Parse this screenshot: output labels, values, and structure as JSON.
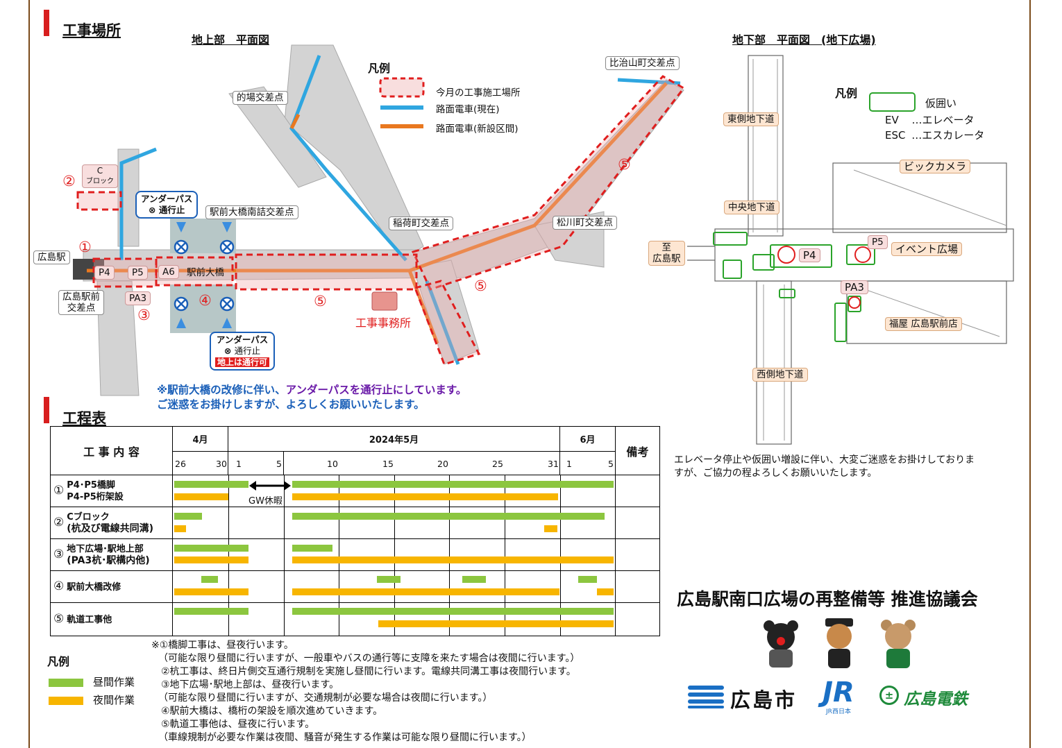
{
  "sections": {
    "construction_site": "工事場所",
    "schedule": "工程表"
  },
  "map_ground": {
    "title": "地上部　平面図",
    "legend_title": "凡例",
    "legend": [
      {
        "label": "今月の工事施工場所"
      },
      {
        "label": "路面電車(現在)"
      },
      {
        "label": "路面電車(新設区間)"
      }
    ],
    "labels": {
      "matoba": "的場交差点",
      "hijiyama": "比治山町交差点",
      "ekimae_minami": "駅前大橋南詰交差点",
      "inari": "稲荷町交差点",
      "matsukawa": "松川町交差点",
      "hiroshima_station": "広島駅",
      "ekimae_cross_1": "広島駅前",
      "ekimae_cross_2": "交差点",
      "c_block_1": "C",
      "c_block_2": "ブロック",
      "p4": "P4",
      "p5": "P5",
      "a6": "A6",
      "bridge": "駅前大橋",
      "pa3": "PA3",
      "office": "工事事務所"
    },
    "numbers": {
      "n1": "①",
      "n2": "②",
      "n3": "③",
      "n4": "④",
      "n5": "⑤"
    },
    "underpass_top": {
      "line1": "アンダーパス",
      "line2": "通行止"
    },
    "underpass_bottom": {
      "line1": "アンダーパス",
      "line2": "通行止",
      "line3": "地上は通行可"
    },
    "notice_line1a": "※駅前大橋の改修に伴い、",
    "notice_line1b": "アンダーパスを通行止にしています。",
    "notice_line2": "ご迷惑をお掛けしますが、よろしくお願いいたします。",
    "colors": {
      "work_area": "#e01e1e",
      "tram_current": "#2fa6e0",
      "tram_new": "#e9781f",
      "office": "#e7948e"
    }
  },
  "map_underground": {
    "title": "地下部　平面図　(地下広場)",
    "legend_title": "凡例",
    "legend_enclosure": "仮囲い",
    "legend_ev_key": "EV",
    "legend_ev": "…エレベータ",
    "legend_esc_key": "ESC",
    "legend_esc": "…エスカレータ",
    "labels": {
      "east_passage": "東側地下道",
      "bic_camera": "ビックカメラ",
      "central_passage": "中央地下道",
      "to_station_1": "至",
      "to_station_2": "広島駅",
      "p4": "P4",
      "p5": "P5",
      "event_plaza": "イベント広場",
      "pa3": "PA3",
      "fukuya": "福屋 広島駅前店",
      "west_passage": "西側地下道"
    },
    "apology_1": "エレベータ停止や仮囲い増設に伴い、大変ご迷惑をお掛けしておりま",
    "apology_2": "すが、ご協力の程よろしくお願いいたします。"
  },
  "schedule": {
    "header_content": "工 事 内 容",
    "header_remarks": "備考",
    "months": [
      "4月",
      "2024年5月",
      "6月"
    ],
    "days": [
      "26",
      "30",
      "1",
      "5",
      "10",
      "15",
      "20",
      "25",
      "31",
      "1",
      "5"
    ],
    "gw": "GW休暇",
    "rows": [
      {
        "num": "①",
        "line1": "P4･P5橋脚",
        "line2": "P4-P5桁架設"
      },
      {
        "num": "②",
        "line1": "Cブロック",
        "line2": "(杭及び電線共同溝)"
      },
      {
        "num": "③",
        "line1": "地下広場･駅地上部",
        "line2": "(PA3杭･駅構内他)"
      },
      {
        "num": "④",
        "line1": "駅前大橋改修",
        "line2": ""
      },
      {
        "num": "⑤",
        "line1": "軌道工事他",
        "line2": ""
      }
    ]
  },
  "schedule_legend": {
    "title": "凡例",
    "day": "昼間作業",
    "night": "夜間作業",
    "colors": {
      "day": "#8cc63f",
      "night": "#f7b500"
    }
  },
  "notes": [
    "※①橋脚工事は、昼夜行います。",
    "（可能な限り昼間に行いますが、一般車やバスの通行等に支障を来たす場合は夜間に行います。）",
    "②杭工事は、終日片側交互通行規制を実施し昼間に行います。電線共同溝工事は夜間行います。",
    "③地下広場･駅地上部は、昼夜行います。",
    "（可能な限り昼間に行いますが、交通規制が必要な場合は夜間に行います。）",
    "④駅前大橋は、橋桁の架設を順次進めていきます。",
    "⑤軌道工事他は、昼夜に行います。",
    "（車線規制が必要な作業は夜間、騒音が発生する作業は可能な限り昼間に行います。）"
  ],
  "council": "広島駅南口広場の再整備等 推進協議会",
  "logos": {
    "city": "広島市",
    "jr_sub": "JR西日本",
    "dentetsu": "広島電鉄"
  }
}
